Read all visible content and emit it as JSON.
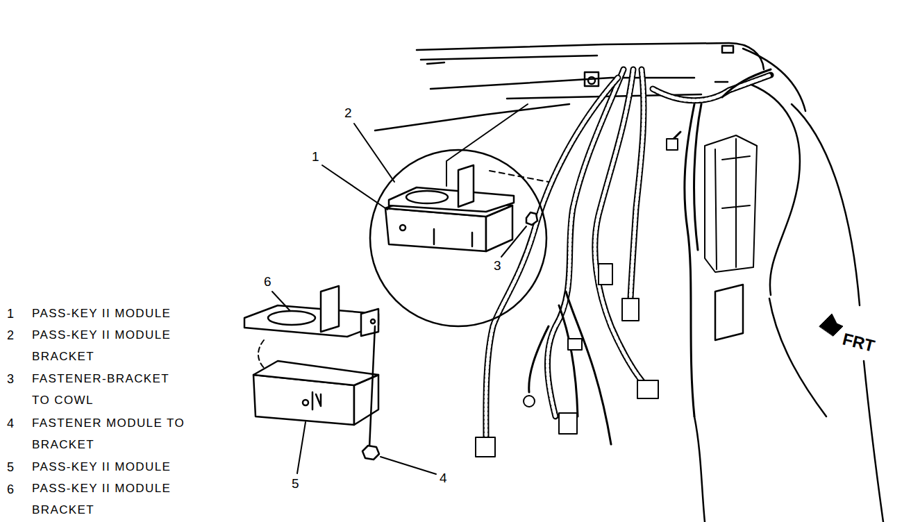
{
  "diagram": {
    "labels": [
      "2",
      "1",
      "6",
      "3",
      "4",
      "5",
      "FRT",
      "1",
      "PASS-KEY II MODULE",
      "2",
      "PASS-KEY II MODULE BRACKET",
      "3",
      "FASTENER-BRACKET TO COWL",
      "4",
      "FASTENER MODULE TO BRACKET",
      "5",
      "PASS-KEY II MODULE",
      "6",
      "PASS-KEY II MODULE BRACKET"
    ]
  }
}
